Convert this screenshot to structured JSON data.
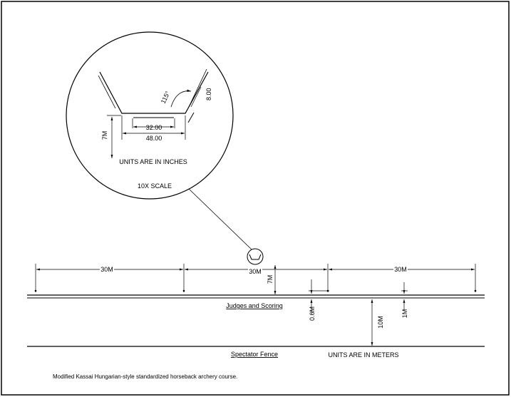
{
  "detail": {
    "angle_label": "115°",
    "height_label": "8.00",
    "inner_width_label": "32.00",
    "outer_width_label": "48.00",
    "depth_label": "7M",
    "units_note": "UNITS ARE IN INCHES",
    "scale_note": "10X SCALE"
  },
  "course": {
    "segment_labels": [
      "30M",
      "30M",
      "30M"
    ],
    "target_height_label": "7M",
    "judges_label": "Judges and Scoring",
    "offset_label": "0.6M",
    "fence_distance_label": "10M",
    "target_offset_label": "1M",
    "fence_label": "Spectator Fence",
    "units_note": "UNITS ARE IN METERS"
  },
  "caption": "Modified Kassai Hungarian-style standardized horseback archery course."
}
